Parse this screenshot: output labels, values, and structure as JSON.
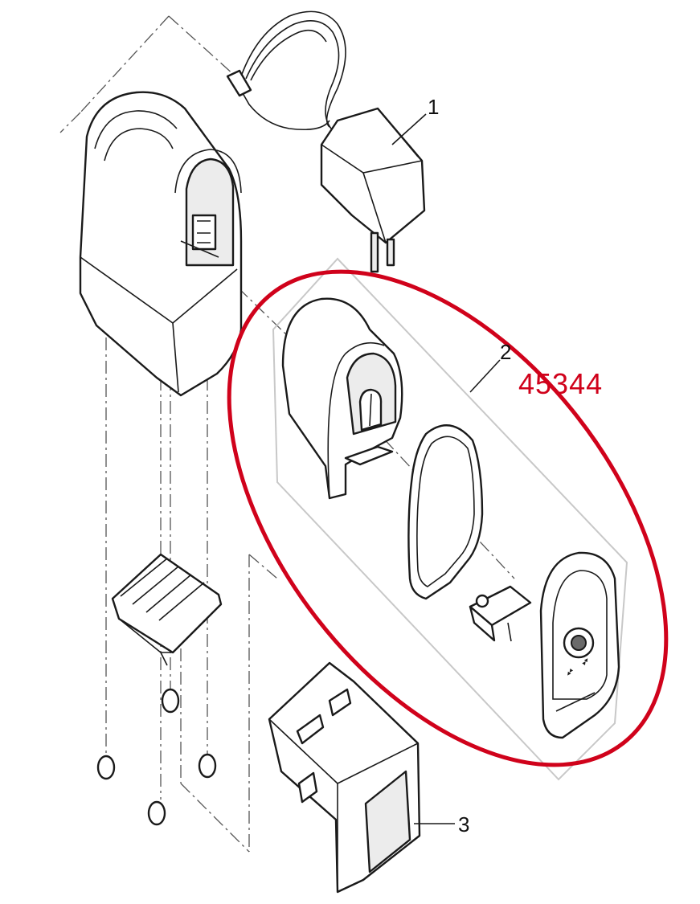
{
  "callouts": {
    "adapter": "1",
    "kit": "2",
    "base": "3"
  },
  "kit_part_number": "45344",
  "colors": {
    "highlight": "#d0021b",
    "line": "#1a1a1a",
    "kit_frame": "#c8c8c8"
  }
}
